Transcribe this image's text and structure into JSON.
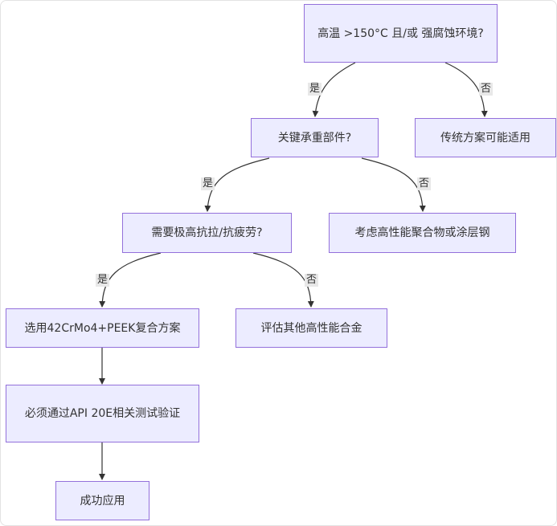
{
  "nodes": {
    "high_temp_q": "高温 >150°C 且/或 强腐蚀环境?",
    "traditional_ok": "传统方案可能适用",
    "critical_part_q": "关键承重部件?",
    "consider_hpp": "考虑高性能聚合物或涂层钢",
    "high_tensile_q": "需要极高抗拉/抗疲劳?",
    "eval_alloy": "评估其他高性能合金",
    "choose_combo": "选用42CrMo4+PEEK复合方案",
    "api_test": "必须通过API 20E相关测试验证",
    "success": "成功应用"
  },
  "edge_labels": {
    "yes": "是",
    "no": "否"
  },
  "colors": {
    "node_fill": "#ececff",
    "node_border": "#9370db",
    "edge": "#333333",
    "label_bg": "#e8e8e8"
  }
}
